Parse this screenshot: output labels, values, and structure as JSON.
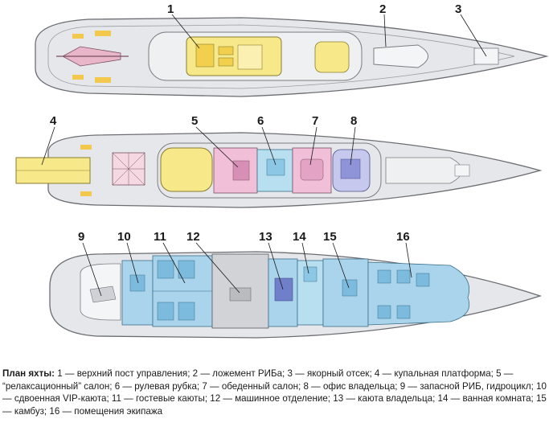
{
  "diagram": {
    "labels": {
      "l1": "1",
      "l2": "2",
      "l3": "3",
      "l4": "4",
      "l5": "5",
      "l6": "6",
      "l7": "7",
      "l8": "8",
      "l9": "9",
      "l10": "10",
      "l11": "11",
      "l12": "12",
      "l13": "13",
      "l14": "14",
      "l15": "15",
      "l16": "16"
    }
  },
  "caption": {
    "title": "План яхты:",
    "body": "1 — верхний пост управления; 2 — ложемент РИБа; 3 — якорный отсек; 4 — купальная платформа; 5 — “релаксационный” салон; 6 — рулевая рубка; 7 — обеденный салон; 8 — офис владельца; 9 — запасной РИБ, гидроцикл; 10 — сдвоенная VIP-каюта; 11 — гостевые каюты; 12 — машинное отделение; 13 — каюта владельца; 14 — ванная комната; 15 — камбуз; 16 — помещения экипажа"
  },
  "colors": {
    "hull": "#e6e7ea",
    "deck_yellow": "#f7e98a",
    "salon_pink": "#f2bfd9",
    "wheelhouse_blue": "#b7dff0",
    "office_lavender": "#c6c8ee",
    "lower_blue": "#a9d4ec",
    "engine_grey": "#d2d3d6"
  }
}
